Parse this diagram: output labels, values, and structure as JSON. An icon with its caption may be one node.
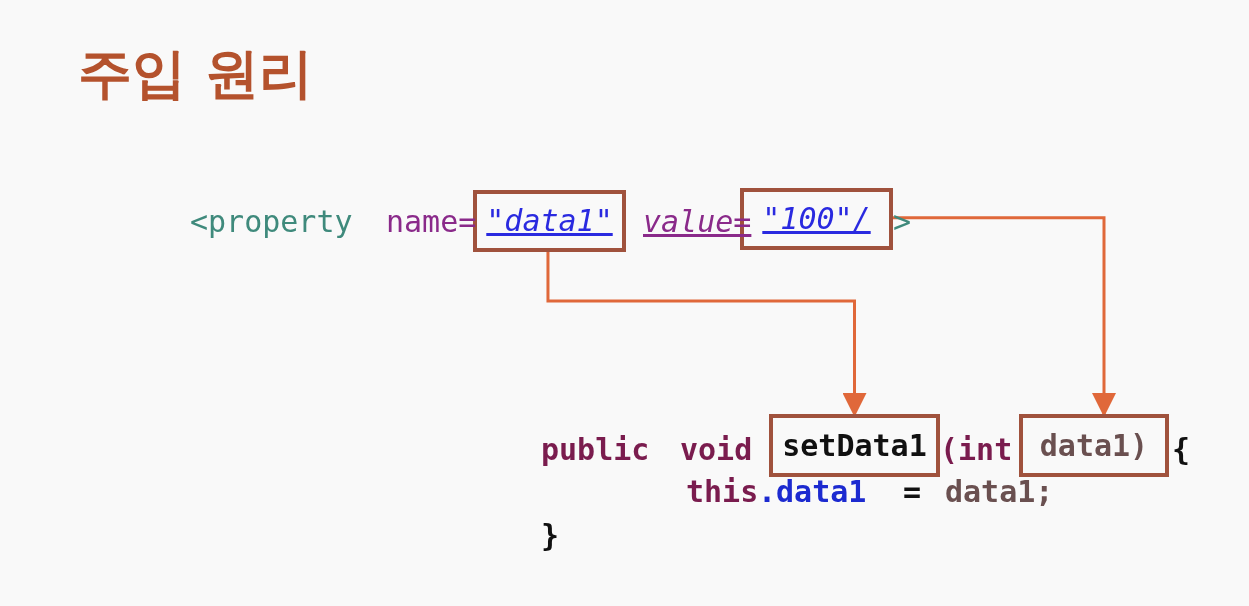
{
  "diagram": {
    "title": "주입 원리",
    "nodes": [
      {
        "text": [
          "\"data1\""
        ]
      },
      {
        "text": [
          "\"100\"/"
        ]
      },
      {
        "text": [
          "setData1"
        ]
      },
      {
        "text": [
          "data1)"
        ]
      }
    ],
    "edges": [
      {
        "from": 0,
        "to": 2,
        "arrow": "to"
      },
      {
        "from": 1,
        "to": 3,
        "arrow": "to"
      }
    ],
    "labels": [
      "<property",
      "name=",
      "value=",
      ">",
      "public",
      "void",
      "(int",
      "{",
      "this",
      ".data1",
      "=",
      "data1;",
      "}"
    ]
  }
}
